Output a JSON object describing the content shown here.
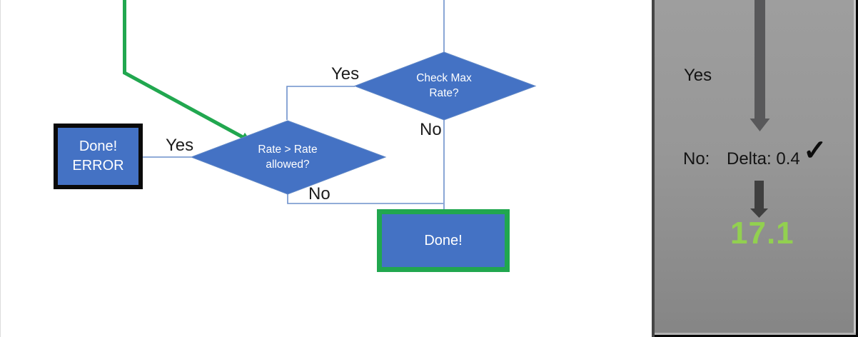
{
  "flowchart": {
    "decision_check_max": {
      "line1": "Check Max",
      "line2": "Rate?"
    },
    "decision_rate_allowed": {
      "line1": "Rate > Rate",
      "line2": "allowed?"
    },
    "branch_labels": {
      "check_max_yes": "Yes",
      "check_max_no": "No",
      "rate_yes": "Yes",
      "rate_no": "No"
    },
    "terminal_error": {
      "line1": "Done!",
      "line2": "ERROR"
    },
    "terminal_done": "Done!",
    "colors": {
      "shape_fill": "#4472C4",
      "connector": "#6D90CB",
      "highlight_green": "#21A74F",
      "error_border": "#000000"
    }
  },
  "side_panel": {
    "yes_label": "Yes",
    "no_label": "No:",
    "delta_value": "Delta: 0.4",
    "check_icon": "✓",
    "result_value": "17.1",
    "colors": {
      "background_top": "#9E9E9E",
      "background_bottom": "#858585",
      "arrow_dark": "#58585A",
      "arrow_darker": "#3F3F3F",
      "result_green": "#92D050"
    }
  }
}
